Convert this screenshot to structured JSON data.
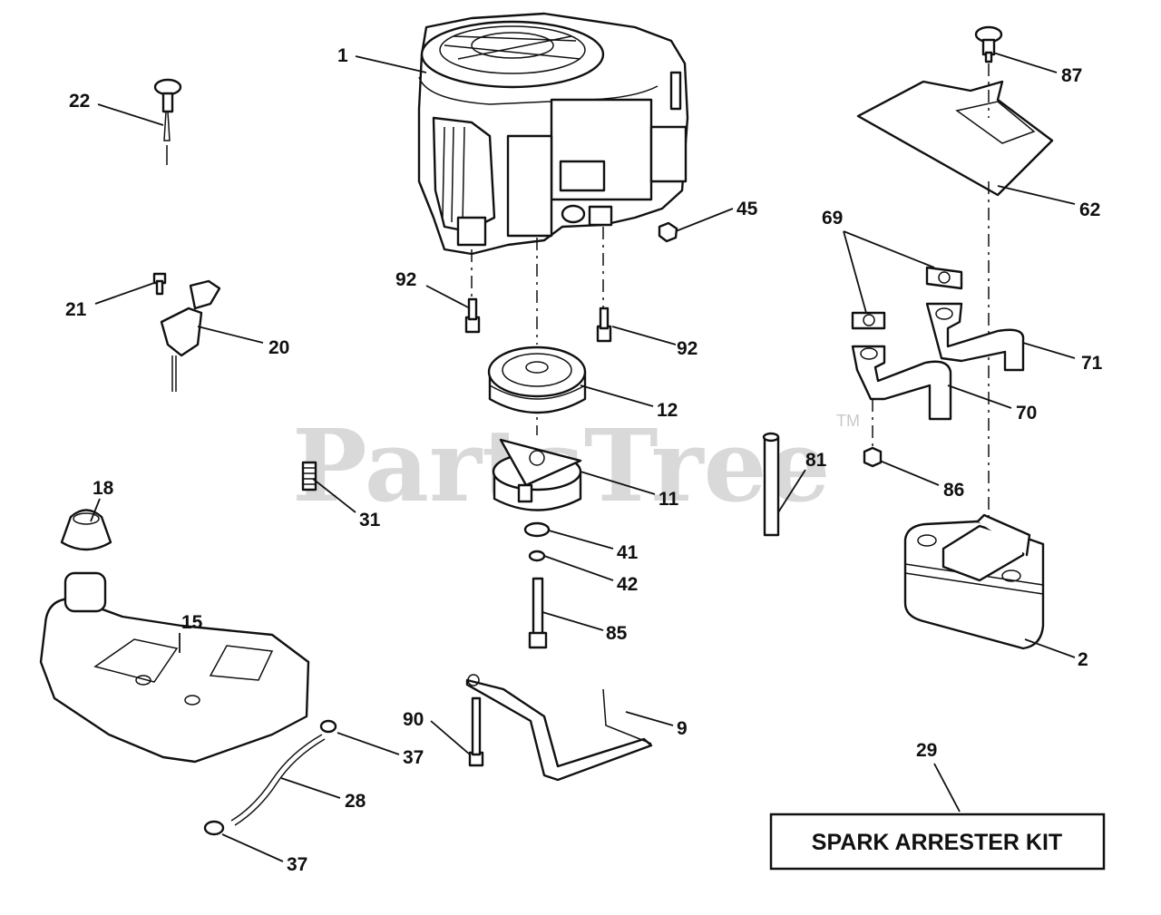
{
  "watermark": {
    "text": "PartsTree",
    "tm": "TM"
  },
  "callouts": {
    "c1": "1",
    "c22": "22",
    "c87": "87",
    "c45": "45",
    "c62": "62",
    "c69": "69",
    "c92a": "92",
    "c92b": "92",
    "c21": "21",
    "c20": "20",
    "c71": "71",
    "c12": "12",
    "c70": "70",
    "c81": "81",
    "c86": "86",
    "c18": "18",
    "c31": "31",
    "c11": "11",
    "c41": "41",
    "c42": "42",
    "c15": "15",
    "c85": "85",
    "c2": "2",
    "c90": "90",
    "c9": "9",
    "c37a": "37",
    "c28": "28",
    "c29": "29",
    "c37b": "37"
  },
  "kit_box": {
    "label": "SPARK ARRESTER KIT"
  }
}
